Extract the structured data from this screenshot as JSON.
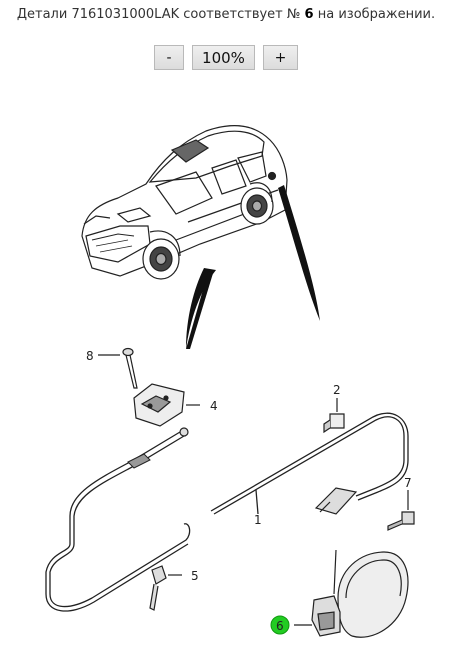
{
  "caption": {
    "prefix": "Детали 7161031000LAK соответствует №",
    "number": "6",
    "suffix": "на изображении."
  },
  "zoom": {
    "minus_label": "-",
    "level": "100%",
    "plus_label": "+"
  },
  "callouts": {
    "c1": "1",
    "c2": "2",
    "c4": "4",
    "c5": "5",
    "c6": "6",
    "c7": "7",
    "c8": "8"
  },
  "highlight_color": "#22cc22"
}
